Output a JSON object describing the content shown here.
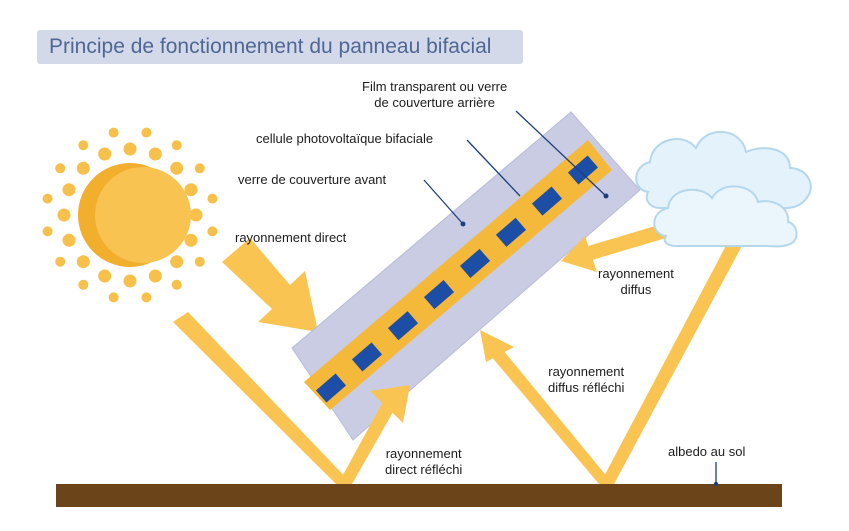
{
  "title": "Principe de fonctionnement du panneau bifacial",
  "labels": {
    "film_back": "Film transparent ou verre\nde couverture arrière",
    "bifacial_cell": "cellule photovoltaïque bifaciale",
    "front_glass": "verre de couverture avant",
    "direct": "rayonnement direct",
    "diffuse": "rayonnement\ndiffus",
    "diffuse_reflected": "rayonnement\ndiffus réfléchi",
    "direct_reflected": "rayonnement\ndirect réfléchi",
    "albedo": "albedo au sol"
  },
  "colors": {
    "sun": "#f6c04a",
    "rays": "#f9c451",
    "panel_glass": "#c9cce3",
    "panel_edge": "#b0b5d3",
    "cell_layer": "#f4b93a",
    "cells": "#1d4ea6",
    "cloud": "#e4f2fb",
    "cloud_edge": "#b5d7ec",
    "ground": "#6b4519",
    "leader_lines": "#1f3f7a",
    "title_bg": "#d3d9e8",
    "title_text": "#4f6796"
  },
  "icons": [
    "sun-icon",
    "cloud-icon"
  ]
}
